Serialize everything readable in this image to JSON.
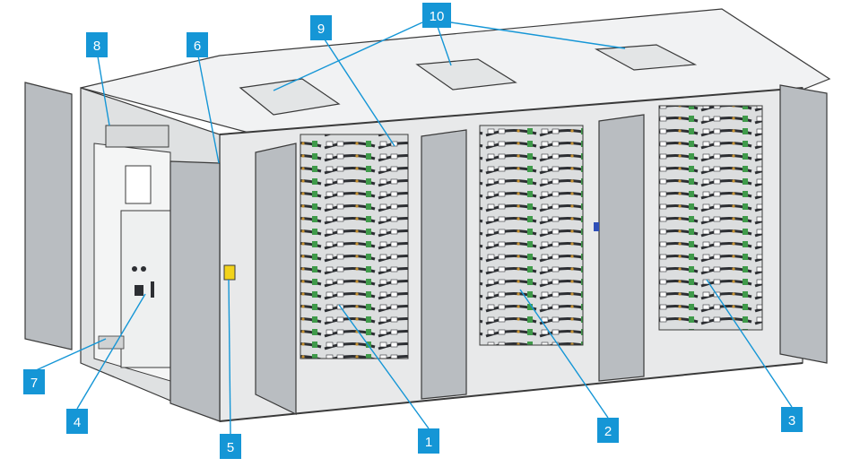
{
  "callouts": [
    {
      "id": "1",
      "label": "1"
    },
    {
      "id": "2",
      "label": "2"
    },
    {
      "id": "3",
      "label": "3"
    },
    {
      "id": "4",
      "label": "4"
    },
    {
      "id": "5",
      "label": "5"
    },
    {
      "id": "6",
      "label": "6"
    },
    {
      "id": "7",
      "label": "7"
    },
    {
      "id": "8",
      "label": "8"
    },
    {
      "id": "9",
      "label": "9"
    },
    {
      "id": "10",
      "label": "10"
    }
  ],
  "colors": {
    "callout_fill": "#1596d6",
    "leader_line": "#1596d6",
    "outline": "#3a3a3a",
    "panel_fill": "#e8e9ea",
    "door_fill": "#b9bdc1",
    "rack_dark": "#2d2f33",
    "module_green": "#3f9a4a",
    "indicator_yellow": "#f2d31a"
  }
}
